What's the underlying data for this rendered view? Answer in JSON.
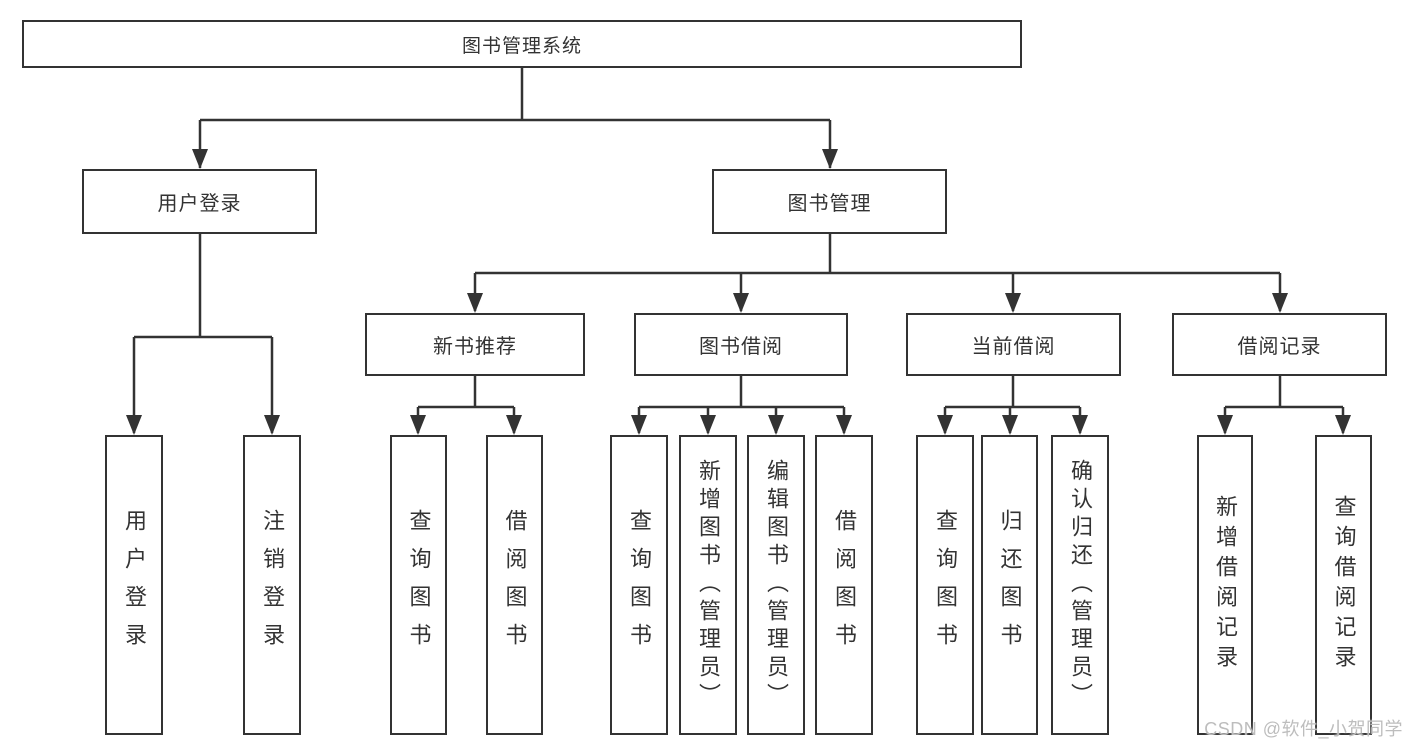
{
  "tree": {
    "label": "图书管理系统",
    "children": [
      {
        "label": "用户登录",
        "children": [
          {
            "label": "用户登录"
          },
          {
            "label": "注销登录"
          }
        ]
      },
      {
        "label": "图书管理",
        "children": [
          {
            "label": "新书推荐",
            "children": [
              {
                "label": "查询图书"
              },
              {
                "label": "借阅图书"
              }
            ]
          },
          {
            "label": "图书借阅",
            "children": [
              {
                "label": "查询图书"
              },
              {
                "label": "新增图书（管理员）"
              },
              {
                "label": "编辑图书（管理员）"
              },
              {
                "label": "借阅图书"
              }
            ]
          },
          {
            "label": "当前借阅",
            "children": [
              {
                "label": "查询图书"
              },
              {
                "label": "归还图书"
              },
              {
                "label": "确认归还（管理员）"
              }
            ]
          },
          {
            "label": "借阅记录",
            "children": [
              {
                "label": "新增借阅记录"
              },
              {
                "label": "查询借阅记录"
              }
            ]
          }
        ]
      }
    ]
  },
  "watermark": {
    "text": "CSDN @软件_小贺同学",
    "color": "#bdbdbd"
  },
  "style": {
    "line_color": "#333333",
    "box_border_color": "#333333",
    "text_color": "#333333",
    "background": "#ffffff"
  }
}
